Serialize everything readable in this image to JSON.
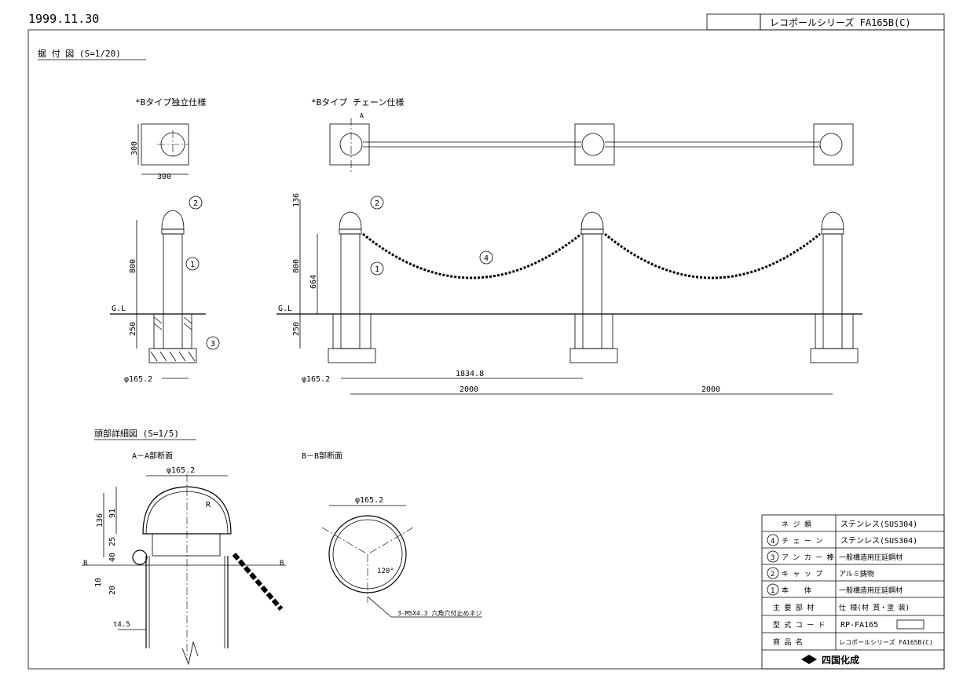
{
  "header": {
    "date": "1999.11.30",
    "series_label": "レコポールシリーズ FA165B(C)"
  },
  "section_install": {
    "title": "据 付 図 (S=1/20)",
    "view_b_single": "*Bタイプ独立仕様",
    "view_b_chain": "*Bタイプ チェーン仕様"
  },
  "section_detail": {
    "title": "頭部詳細図 (S=1/5)",
    "aa_section": "A－A部断面",
    "bb_section": "B－B部断面"
  },
  "dimensions": {
    "base_w": "300",
    "base_h": "300",
    "height_800": "800",
    "height_800_b": "800",
    "height_664": "664",
    "height_136": "136",
    "depth_250": "250",
    "depth_250_b": "250",
    "dia_1": "φ165.2",
    "dia_2": "φ165.2",
    "span_inner": "1834.8",
    "span_1": "2000",
    "span_2": "2000",
    "ground_1": "G.L",
    "ground_2": "G.L",
    "section_mark_a": "A",
    "detail_dia": "φ165.2",
    "detail_dia_b": "φ165.2",
    "detail_r": "R",
    "detail_136": "136",
    "detail_91": "91",
    "detail_25": "25",
    "detail_40": "40",
    "detail_10": "10",
    "detail_20": "20",
    "detail_t": "t4.5",
    "detail_angle": "120°",
    "detail_b_mark": "B",
    "detail_screw": "3-M5X4.3 六角穴付止めネジ"
  },
  "balloons": {
    "main_body": "1",
    "cap": "2",
    "anchor": "3",
    "chain": "4"
  },
  "spec_table": {
    "rows": [
      {
        "no": "",
        "part": "ネ ジ 類",
        "spec": "ステンレス(SUS304)"
      },
      {
        "no": "4",
        "part": "チ ェ ー ン",
        "spec": "ステンレス(SUS304)"
      },
      {
        "no": "3",
        "part": "ア ン カ ー 棒",
        "spec": "一般構造用圧延鋼材"
      },
      {
        "no": "2",
        "part": "キ ャ ッ プ",
        "spec": "アルミ鋳物"
      },
      {
        "no": "1",
        "part": "本 　 体",
        "spec": "一般構造用圧延鋼材"
      }
    ],
    "header_part": "主 要 部 材",
    "header_spec": "仕 様(材 質・塗 装)",
    "code_label": "型 式 コ ー ド",
    "code_value": "RP-FA165",
    "name_label": "商 品 名",
    "name_value": "レコポールシリーズ FA165B(C)",
    "company": "四国化成"
  }
}
